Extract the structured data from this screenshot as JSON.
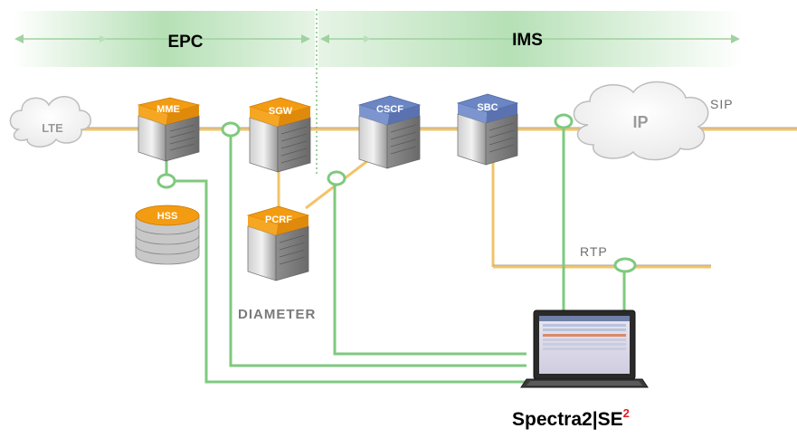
{
  "bands": {
    "left": "EPC",
    "right": "IMS"
  },
  "clouds": {
    "lte": "LTE",
    "ip": "IP"
  },
  "nodes": {
    "mme": "MME",
    "sgw": "SGW",
    "cscf": "CSCF",
    "sbc": "SBC",
    "pcrf": "PCRF",
    "hss": "HSS"
  },
  "protocols": {
    "sip": "SIP",
    "rtp": "RTP",
    "diameter": "DIAMETER"
  },
  "product": {
    "name": "Spectra2|SE",
    "superscript": "2"
  },
  "colors": {
    "band_green": "#a8d8a8",
    "probe_green": "#7ec87e",
    "link_orange": "#f0c060",
    "node_orange": "#f39c12",
    "node_blue": "#6c86c4",
    "superscript_red": "#e31b23"
  }
}
